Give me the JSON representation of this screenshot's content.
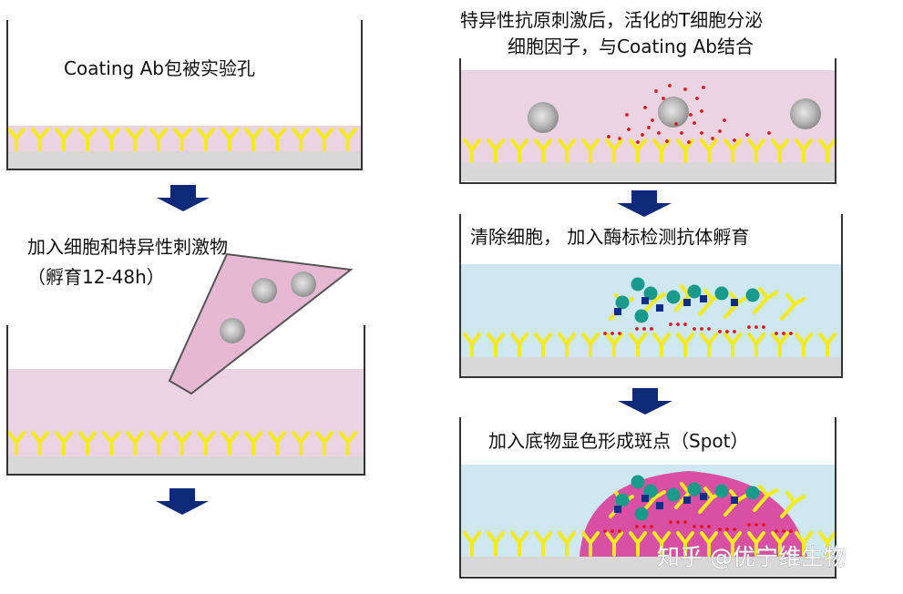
{
  "steps": {
    "coating": {
      "label": "Coating Ab包被实验孔"
    },
    "add_cells": {
      "line1": "加入细胞和特异性刺激物",
      "line2": "（孵育12-48h）"
    },
    "secretion": {
      "line1": "特异性抗原刺激后，活化的T细胞分泌",
      "line2": "细胞因子，与Coating Ab结合"
    },
    "wash": {
      "label": "清除细胞，  加入酶标检测抗体孵育"
    },
    "substrate": {
      "label": "加入底物显色形成斑点（Spot）"
    }
  },
  "watermark": "知乎 @优宁维生物",
  "colors": {
    "pink_medium": "#ebd4e2",
    "blue_medium": "#cde8f0",
    "antibody": "#f4ea1e",
    "well_floor": "#d8d8d8",
    "arrow": "#0d2a78",
    "spot": "#d94fa3",
    "cytokine": "#e0141c",
    "teal_enzyme": "#1a9a8a",
    "navy_marker": "#0f2f86",
    "cell": "#a9a9a9"
  }
}
